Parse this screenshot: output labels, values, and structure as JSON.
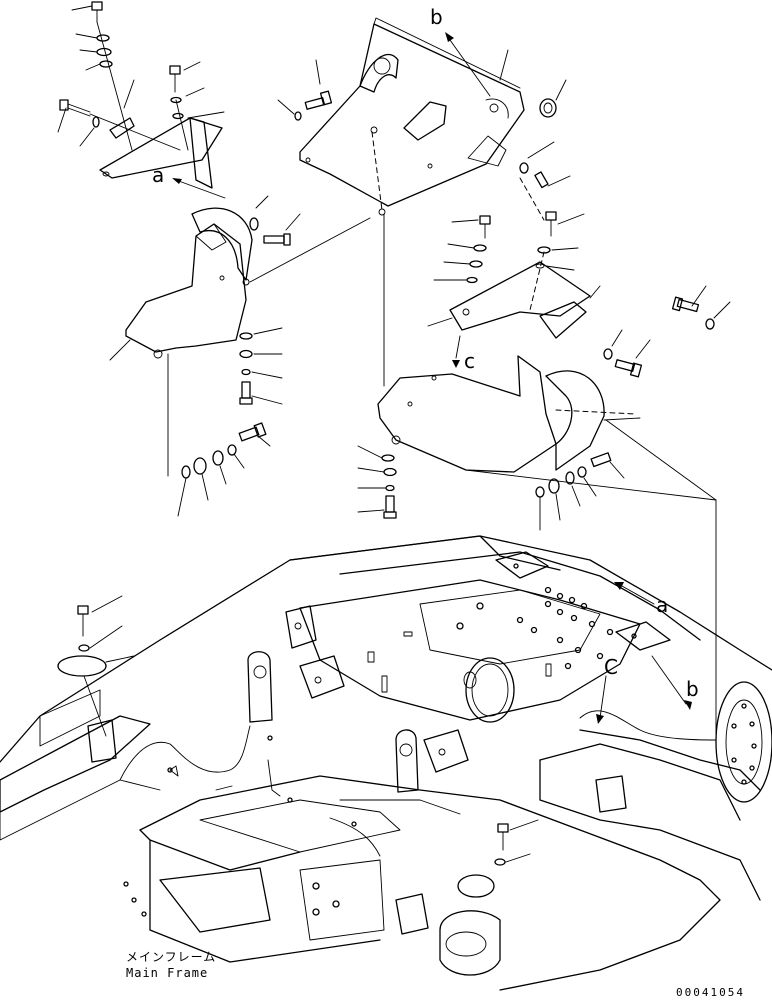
{
  "main_frame": {
    "label_jp": "メインフレーム",
    "label_en": "Main Frame"
  },
  "callouts": {
    "a_upper": "a",
    "b_upper": "b",
    "c_upper": "c",
    "a_lower": "a",
    "b_lower": "b",
    "c_lower": "C"
  },
  "document_number": "00041054"
}
